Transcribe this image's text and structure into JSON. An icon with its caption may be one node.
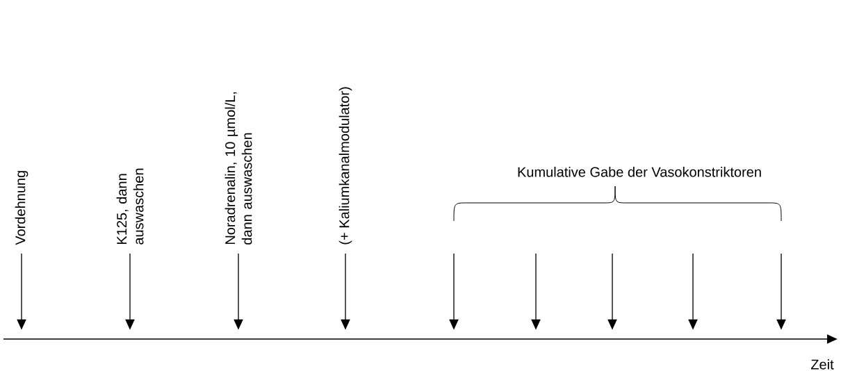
{
  "diagram": {
    "nodes": [
      {
        "text": [
          "Vordehnung"
        ]
      },
      {
        "text": [
          "K125, dann auswaschen"
        ]
      },
      {
        "text": [
          "Noradrenalin, 10 µmol/L, dann auswaschen"
        ]
      },
      {
        "text": [
          "(+ Kaliumkanalmodulator)"
        ]
      },
      {
        "text": [],
        "shape": "line",
        "beside": [
          "Zeit"
        ]
      }
    ],
    "edges": [
      {
        "from": 0,
        "to": 4,
        "arrow": "to"
      },
      {
        "from": 1,
        "to": 4,
        "arrow": "to"
      },
      {
        "from": 2,
        "to": 4,
        "arrow": "to"
      },
      {
        "from": 3,
        "to": 4,
        "arrow": "to"
      },
      {
        "from": null,
        "to": 4,
        "arrow": "to"
      },
      {
        "from": null,
        "to": 4,
        "arrow": "to"
      },
      {
        "from": null,
        "to": 4,
        "arrow": "to"
      },
      {
        "from": null,
        "to": 4,
        "arrow": "to"
      },
      {
        "from": null,
        "to": 4,
        "arrow": "to"
      }
    ],
    "labels": [
      "Kumulative Gabe der Vasokonstriktoren"
    ]
  }
}
